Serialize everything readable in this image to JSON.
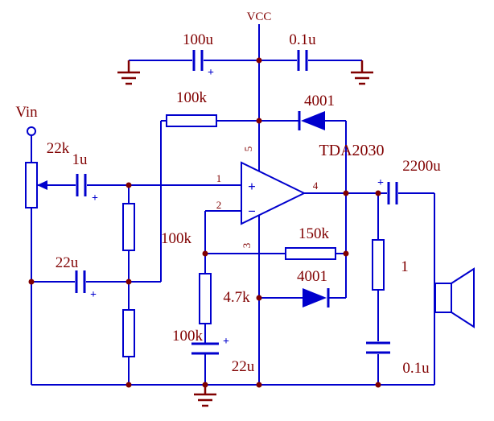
{
  "diagram": {
    "type": "circuit-schematic",
    "ic_label": "TDA2030",
    "power": {
      "vcc_label": "VCC",
      "bulk_cap": "100u",
      "bypass_cap": "0.1u"
    },
    "input": {
      "source_label": "Vin",
      "pot": "22k",
      "coupling_cap": "1u"
    },
    "bias": {
      "r_top": "100k",
      "r_mid": "100k",
      "r_bottom": "100k",
      "decoupling_cap": "22u"
    },
    "feedback": {
      "r_feedback": "150k",
      "r_gain": "4.7k",
      "gain_cap": "22u"
    },
    "protection": {
      "diode_top": "4001",
      "diode_bottom": "4001"
    },
    "output": {
      "coupling_cap": "2200u",
      "zobel_r": "1",
      "zobel_c": "0.1u"
    },
    "opamp": {
      "plus": "+",
      "minus": "−",
      "pins": {
        "p1": "1",
        "p2": "2",
        "p3": "3",
        "p4": "4",
        "p5": "5"
      }
    },
    "polarity_mark": "+",
    "colors": {
      "wire": "#0000cd",
      "component": "#0000cd",
      "text": "#800000",
      "junction": "#800000",
      "ground": "#800000",
      "background": "#ffffff"
    }
  }
}
